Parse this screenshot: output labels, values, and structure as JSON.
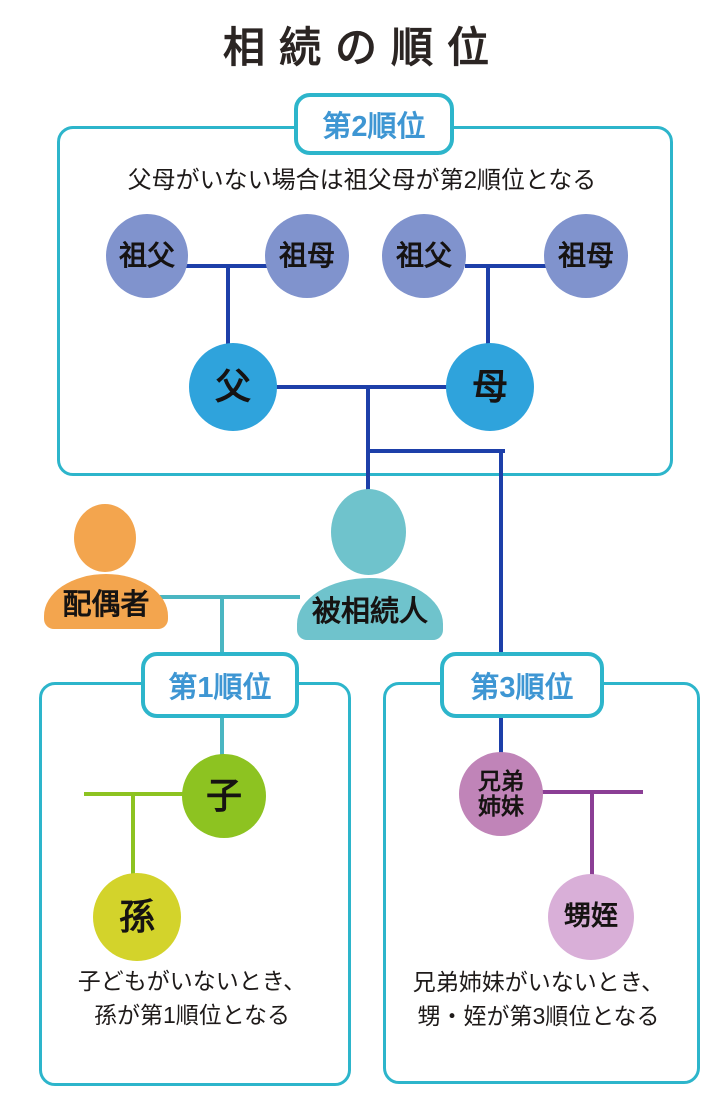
{
  "title": "相続の順位",
  "palette": {
    "box_border": "#2db5cb",
    "label_text": "#3e96d3",
    "line_navy": "#1d3fa9",
    "line_teal": "#4ab6c2",
    "line_green": "#8dc321",
    "line_purple": "#8b3e95",
    "grandparent_fill": "#8093cd",
    "parent_fill": "#2fa3dc",
    "spouse_fill": "#f3a54e",
    "decedent_fill": "#6fc3cc",
    "child_fill": "#8dc321",
    "grandchild_fill": "#d3d32b",
    "sibling_fill": "#c084b8",
    "nephew_fill": "#d9afd8"
  },
  "rank2": {
    "label": "第2順位",
    "description": "父母がいない場合は祖父母が第2順位となる",
    "grandfather1": "祖父",
    "grandmother1": "祖母",
    "grandfather2": "祖父",
    "grandmother2": "祖母",
    "father": "父",
    "mother": "母"
  },
  "family": {
    "spouse": "配偶者",
    "decedent": "被相続人"
  },
  "rank1": {
    "label": "第1順位",
    "child": "子",
    "grandchild": "孫",
    "note_line1": "子どもがいないとき、",
    "note_line2": "孫が第1順位となる"
  },
  "rank3": {
    "label": "第3順位",
    "siblings_line1": "兄弟",
    "siblings_line2": "姉妹",
    "nephew_niece": "甥姪",
    "note_line1": "兄弟姉妹がいないとき、",
    "note_line2": "甥・姪が第3順位となる"
  }
}
